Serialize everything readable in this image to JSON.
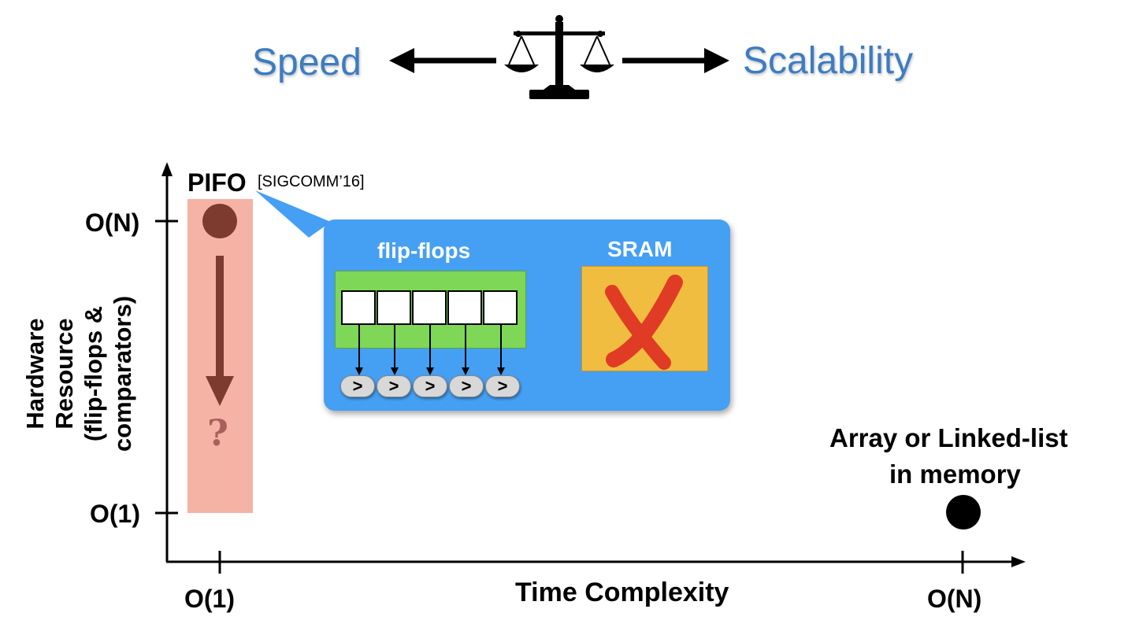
{
  "header": {
    "left_word": "Speed",
    "right_word": "Scalability",
    "balance_icon": "scale-balance-icon"
  },
  "axes": {
    "xlabel": "Time Complexity",
    "ylabel_lines": [
      "Hardware",
      "Resource",
      "(flip-flops &",
      "comparators)"
    ],
    "x_ticks": [
      "O(1)",
      "O(N)"
    ],
    "y_ticks": [
      "O(N)",
      "O(1)"
    ]
  },
  "pifo": {
    "name": "PIFO",
    "citation": "[SIGCOMM’16]",
    "question_mark": "?"
  },
  "callout": {
    "flipflops_title": "flip-flops",
    "sram_title": "SRAM",
    "comparator_symbol": ">",
    "cells": 5,
    "comparators": 5
  },
  "array_point": {
    "label_line1": "Array or Linked-list",
    "label_line2": "in memory"
  },
  "colors": {
    "header_blue": "#3d7cc1",
    "pifo_band": "#f4b3a5",
    "pifo_dot": "#7d3a2f",
    "callout_blue": "#459ff3",
    "flipflop_green": "#7ed756",
    "sram_yellow": "#f0bd40",
    "cross_red": "#e03b24"
  }
}
